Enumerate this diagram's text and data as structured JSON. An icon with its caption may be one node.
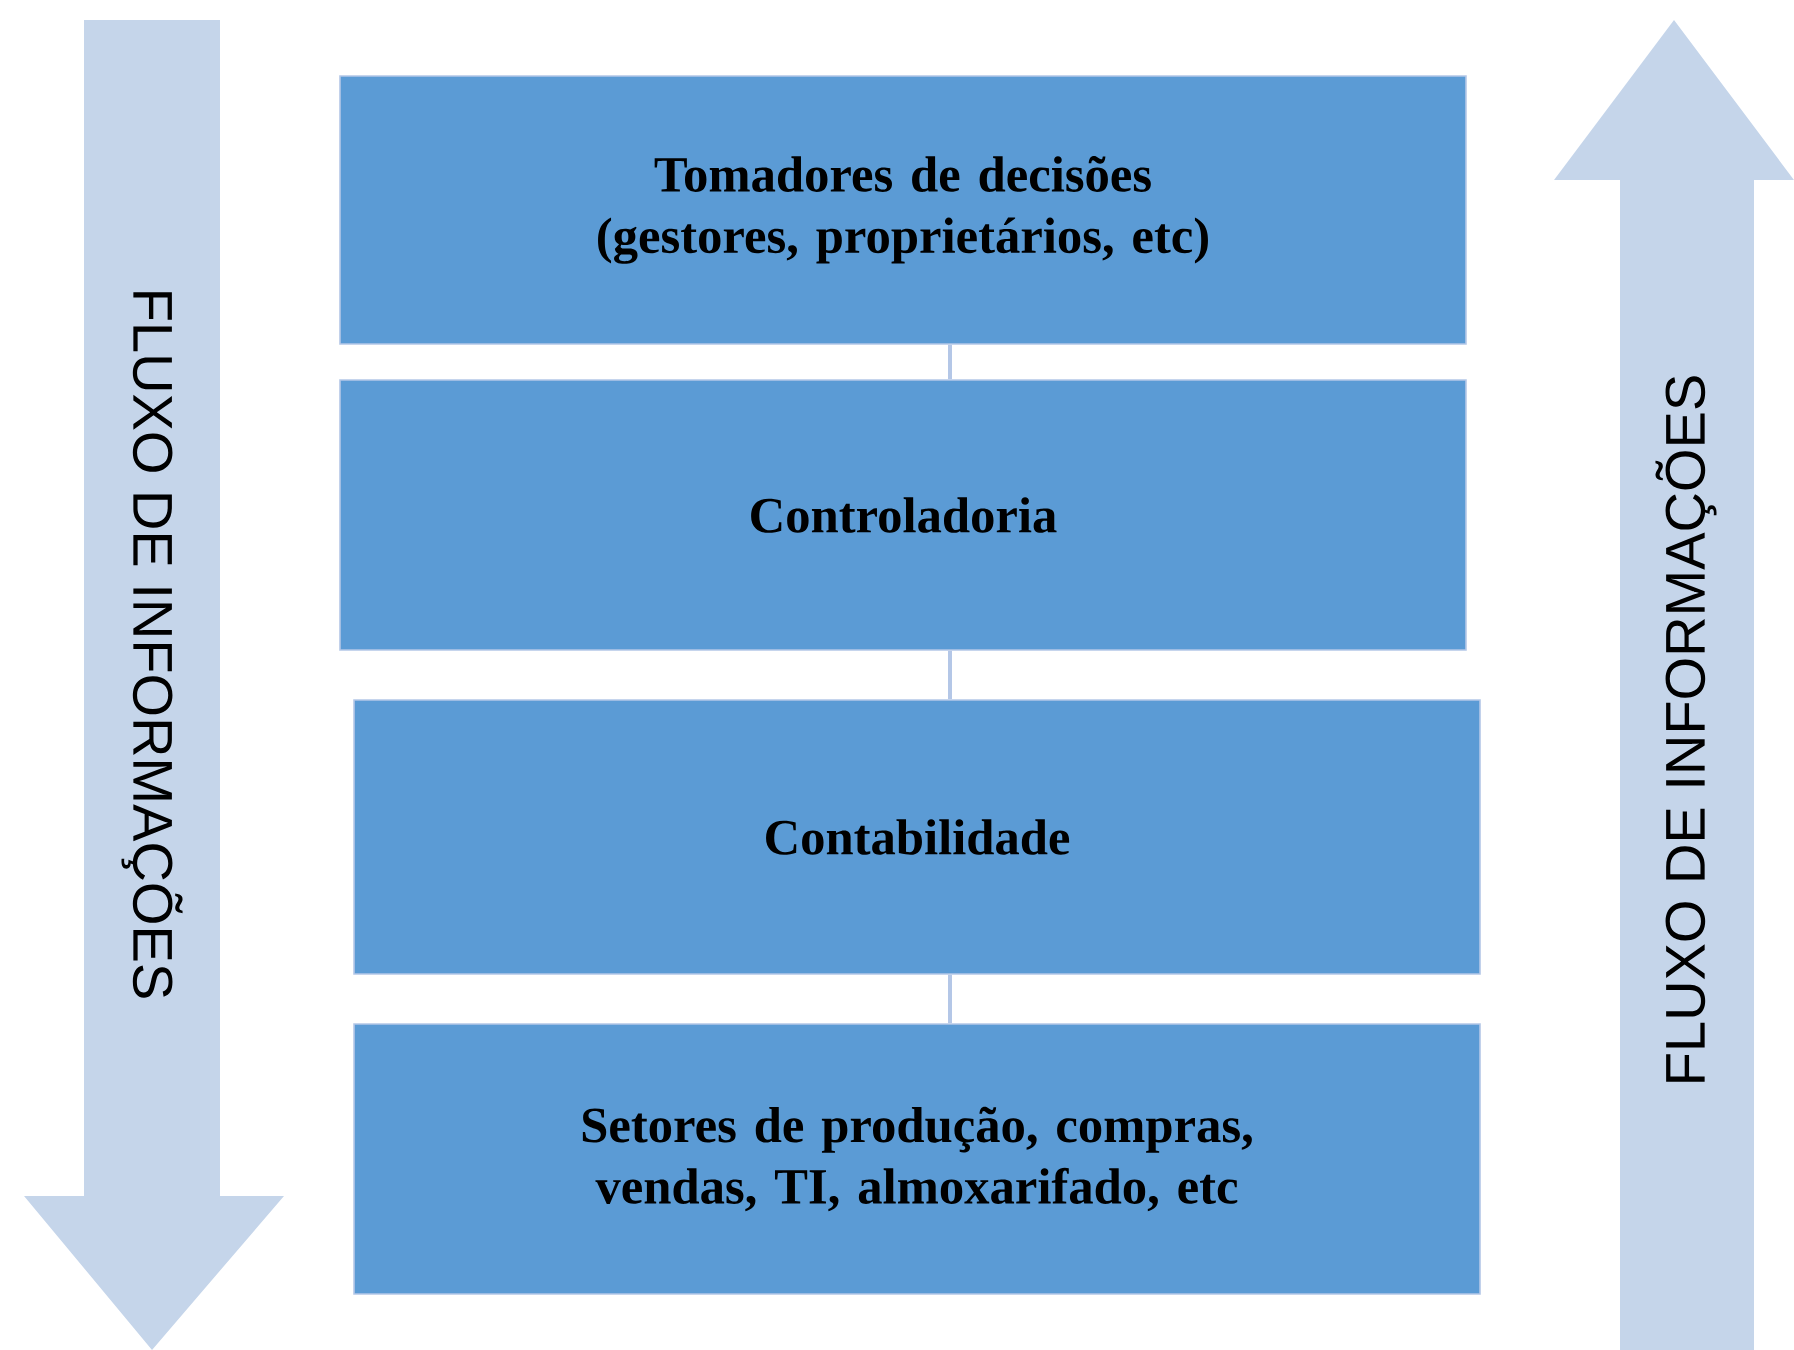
{
  "diagram": {
    "nodes": [
      {
        "text": [
          "Tomadores de decisões (gestores, proprietários, etc)"
        ]
      },
      {
        "text": [
          "Controladoria"
        ]
      },
      {
        "text": [
          "Contabilidade"
        ]
      },
      {
        "text": [
          "Setores de produção, compras, vendas, TI, almoxarifado, etc"
        ]
      },
      {
        "text": [
          "FLUXO DE INFORMAÇÕES"
        ]
      },
      {
        "text": [
          "FLUXO DE INFORMAÇÕES"
        ]
      }
    ],
    "edges": [
      {
        "from": 0,
        "to": 1,
        "arrow": "none"
      },
      {
        "from": 1,
        "to": 2,
        "arrow": "none"
      },
      {
        "from": 2,
        "to": 3,
        "arrow": "none"
      }
    ]
  }
}
